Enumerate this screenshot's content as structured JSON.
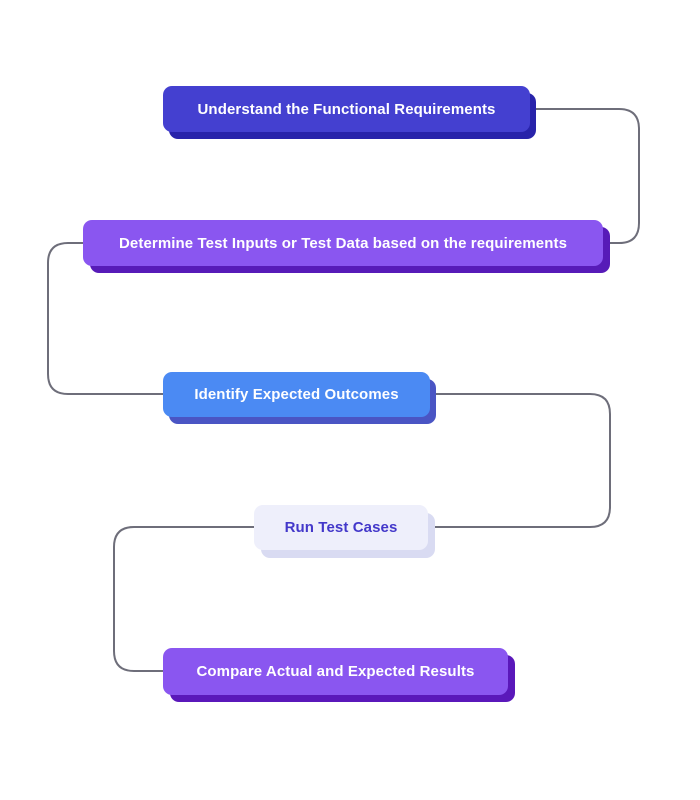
{
  "diagram": {
    "type": "flowchart",
    "background": "#ffffff",
    "connector_color": "#6e6e7a",
    "nodes": [
      {
        "id": "understand-requirements",
        "label": "Understand the Functional Requirements",
        "fill": "#4440d0",
        "shadow": "#2823aa",
        "text_color": "#ffffff"
      },
      {
        "id": "determine-test-inputs",
        "label": "Determine Test Inputs or Test Data based on the requirements",
        "fill": "#8a56f0",
        "shadow": "#571bb8",
        "text_color": "#ffffff"
      },
      {
        "id": "identify-expected-outcomes",
        "label": "Identify Expected Outcomes",
        "fill": "#4b8af3",
        "shadow": "#4a55c4",
        "text_color": "#ffffff"
      },
      {
        "id": "run-test-cases",
        "label": "Run Test Cases",
        "fill": "#eeeffb",
        "shadow": "#d9dbf2",
        "text_color": "#4338ca"
      },
      {
        "id": "compare-results",
        "label": "Compare Actual and Expected Results",
        "fill": "#8a56f0",
        "shadow": "#5a18ba",
        "text_color": "#ffffff"
      }
    ],
    "connections": [
      {
        "from": "understand-requirements",
        "to": "determine-test-inputs",
        "side": "right"
      },
      {
        "from": "determine-test-inputs",
        "to": "identify-expected-outcomes",
        "side": "left"
      },
      {
        "from": "identify-expected-outcomes",
        "to": "run-test-cases",
        "side": "right"
      },
      {
        "from": "run-test-cases",
        "to": "compare-results",
        "side": "left"
      }
    ]
  }
}
